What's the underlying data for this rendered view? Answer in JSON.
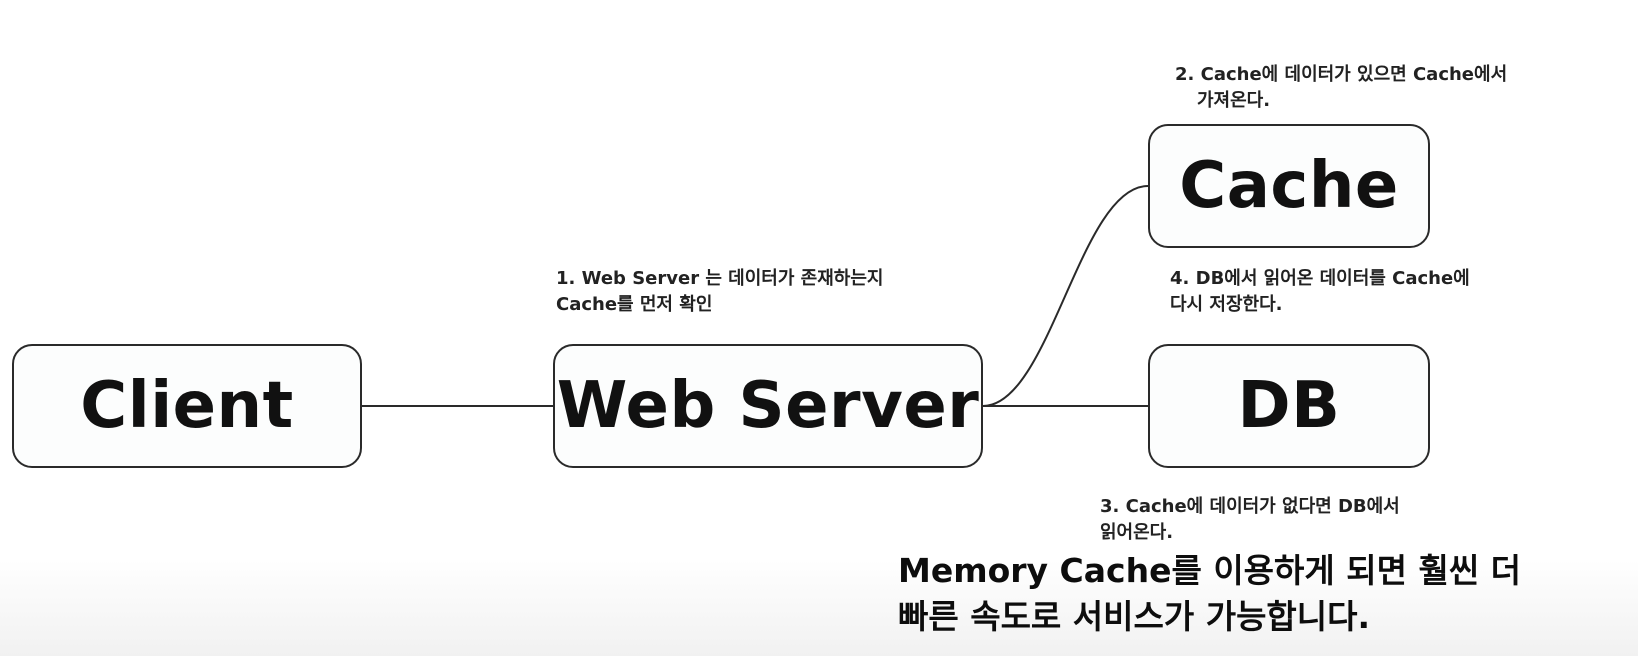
{
  "diagram": {
    "nodes": {
      "client": "Client",
      "web_server": "Web Server",
      "cache": "Cache",
      "db": "DB"
    },
    "notes": {
      "step1": [
        "1. Web Server 는 데이터가 존재하는지",
        "Cache를 먼저 확인"
      ],
      "step2": [
        "2. Cache에 데이터가 있으면 Cache에서",
        "가져온다."
      ],
      "step3": [
        "3. Cache에 데이터가 없다면 DB에서",
        "읽어온다."
      ],
      "step4": [
        "4. DB에서 읽어온 데이터를 Cache에",
        "다시 저장한다."
      ]
    }
  },
  "caption": {
    "lines": [
      "Memory Cache를 이용하게 되면 훨씬 더",
      "빠른 속도로 서비스가 가능합니다."
    ]
  },
  "colors": {
    "stroke": "#2a2a2a",
    "node_fill": "#fcfdfd",
    "text": "#111111"
  }
}
